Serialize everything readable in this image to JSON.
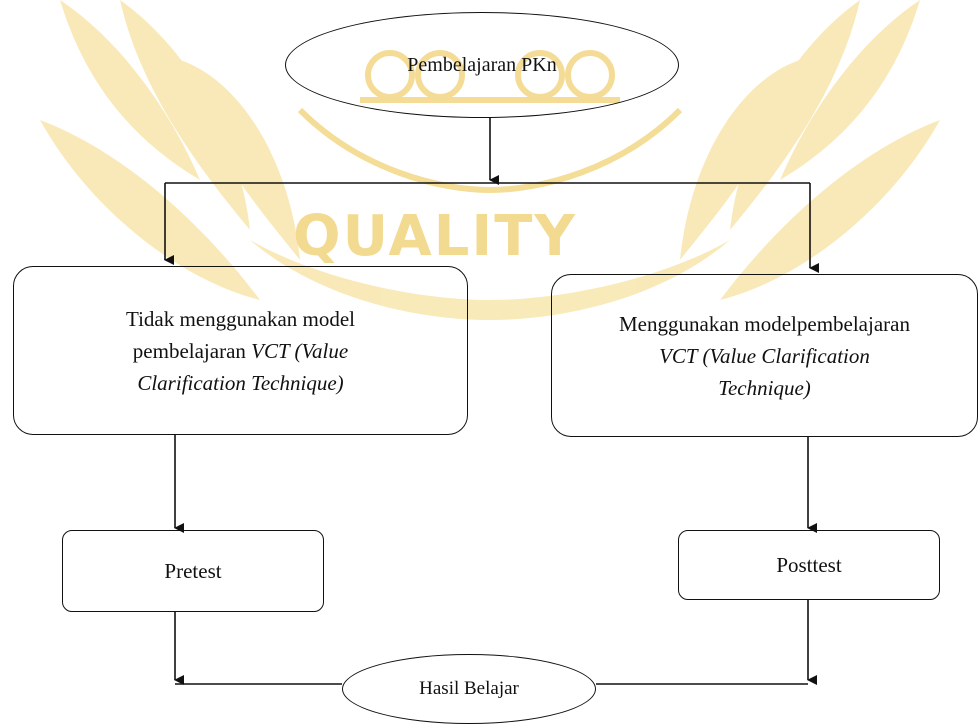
{
  "watermark": {
    "text": "QUALITY",
    "color": "#f3d98c",
    "emblem": "institutional-seal-watermark"
  },
  "diagram": {
    "start_node": "Pembelajaran PKn",
    "left_branch": {
      "line1_plain": "Tidak menggunakan model",
      "line2_plain": "pembelajaran ",
      "line2_italic": "VCT (Value",
      "line3_italic": "Clarification Technique)"
    },
    "right_branch": {
      "line1_plain": "Menggunakan modelpembelajaran",
      "line2_italic": "VCT (Value Clarification",
      "line3_italic": "Technique)"
    },
    "left_test": "Pretest",
    "right_test": "Posttest",
    "end_node": "Hasil Belajar"
  }
}
